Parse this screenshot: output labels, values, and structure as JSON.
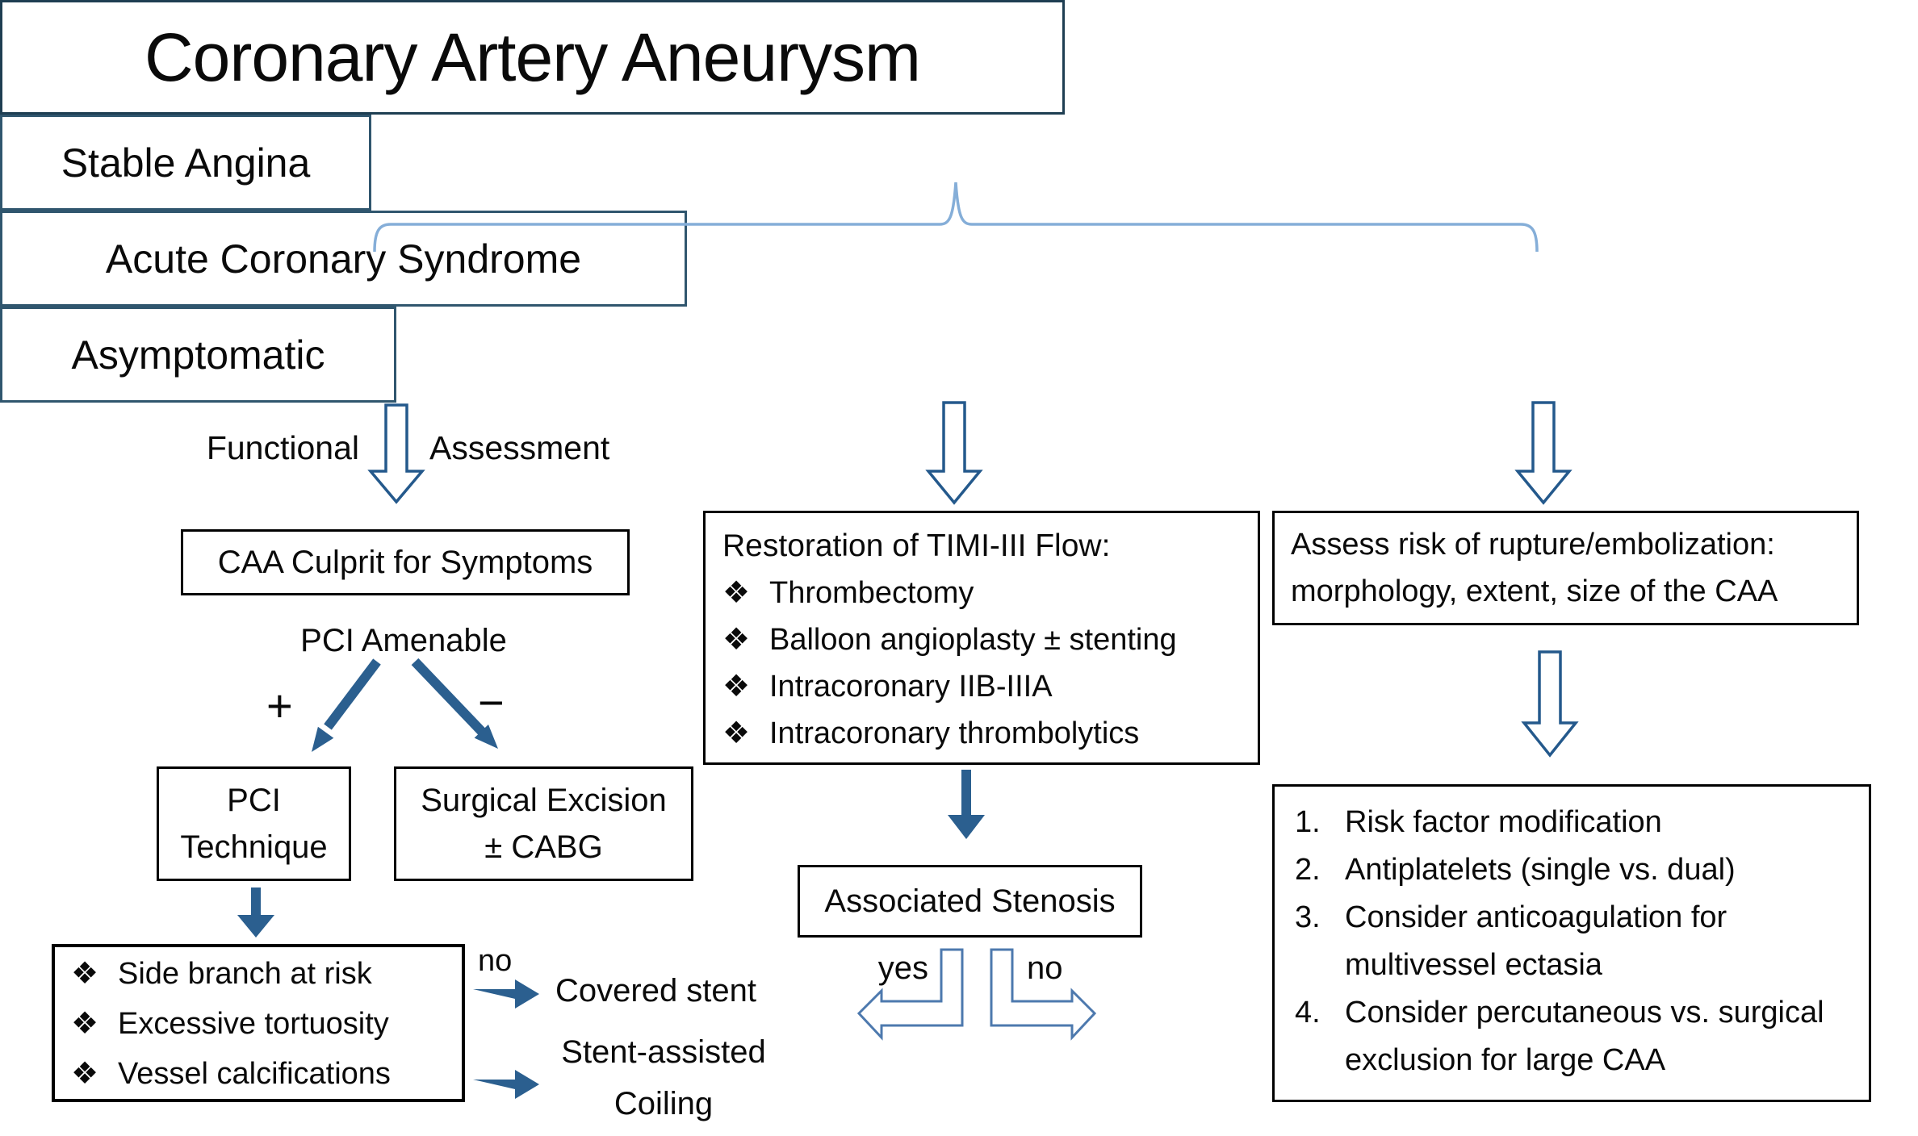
{
  "title": "Coronary Artery Aneurysm",
  "bullet_char": "❖",
  "headers": {
    "stable_angina": "Stable Angina",
    "acs": "Acute Coronary Syndrome",
    "asymptomatic": "Asymptomatic"
  },
  "stable_branch": {
    "arrow_label_left": "Functional",
    "arrow_label_right": "Assessment",
    "culprit_box": "CAA Culprit for Symptoms",
    "pci_amenable_label": "PCI Amenable",
    "plus_label": "+",
    "minus_label": "−",
    "pci_technique_box": {
      "line1": "PCI",
      "line2": "Technique"
    },
    "surgical_box": {
      "line1": "Surgical Excision",
      "line2": "± CABG"
    },
    "pci_risk_box": {
      "items": [
        "Side branch at risk",
        "Excessive tortuosity",
        "Vessel calcifications"
      ]
    },
    "no_label": "no",
    "covered_stent_label": "Covered stent",
    "stent_assisted_box": {
      "line1": "Stent-assisted",
      "line2": "Coiling"
    }
  },
  "acs_branch": {
    "restoration_box": {
      "title": "Restoration of TIMI-III Flow:",
      "items": [
        "Thrombectomy",
        "Balloon angioplasty ± stenting",
        "Intracoronary IIB-IIIA",
        "Intracoronary thrombolytics"
      ]
    },
    "associated_stenosis_box": "Associated Stenosis",
    "yes_label": "yes",
    "no_label": "no"
  },
  "asymptomatic_branch": {
    "assess_box": {
      "line1": "Assess risk of rupture/embolization:",
      "line2": "morphology, extent, size of the CAA"
    },
    "management_box": {
      "items": [
        {
          "num": "1.",
          "text": "Risk factor modification"
        },
        {
          "num": "2.",
          "text": "Antiplatelets (single vs. dual)"
        },
        {
          "num": "3.",
          "text": "Consider anticoagulation for multivessel ectasia"
        },
        {
          "num": "4.",
          "text": "Consider percutaneous vs. surgical exclusion for large CAA"
        }
      ]
    }
  },
  "colors": {
    "solid_arrow": "#2b5f8f",
    "hollow_arrow_outline": "#24598c",
    "bent_arrow_outline": "#4d79ae",
    "brace": "#85aed8",
    "title_border": "#1e3e52",
    "header_border": "#30566e",
    "content_border": "#000000",
    "text": "#0a0a0a",
    "background": "#ffffff"
  }
}
